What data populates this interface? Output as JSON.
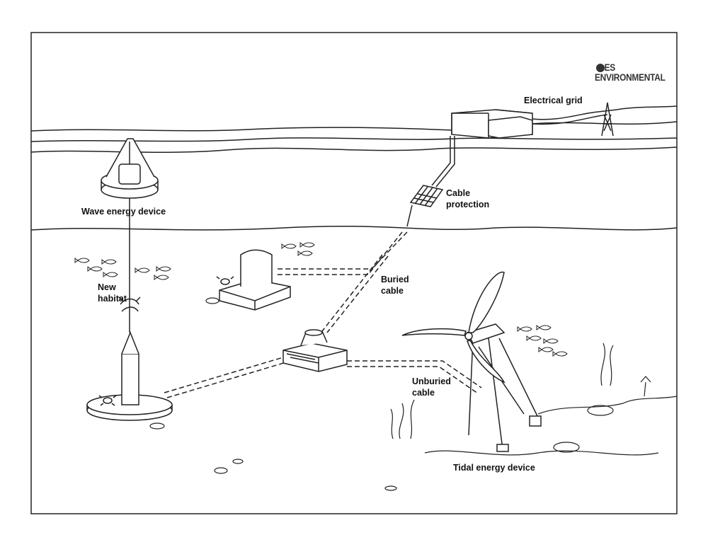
{
  "logo": {
    "line1": "ES",
    "line2": "ENVIRONMENTAL"
  },
  "labels": {
    "electrical_grid": "Electrical grid",
    "cable_protection_1": "Cable",
    "cable_protection_2": "protection",
    "wave_energy_device": "Wave energy device",
    "buried_cable_1": "Buried",
    "buried_cable_2": "cable",
    "new_habitat_1": "New",
    "new_habitat_2": "habitat",
    "unburied_cable_1": "Unburied",
    "unburied_cable_2": "cable",
    "tidal_energy_device": "Tidal energy device"
  }
}
